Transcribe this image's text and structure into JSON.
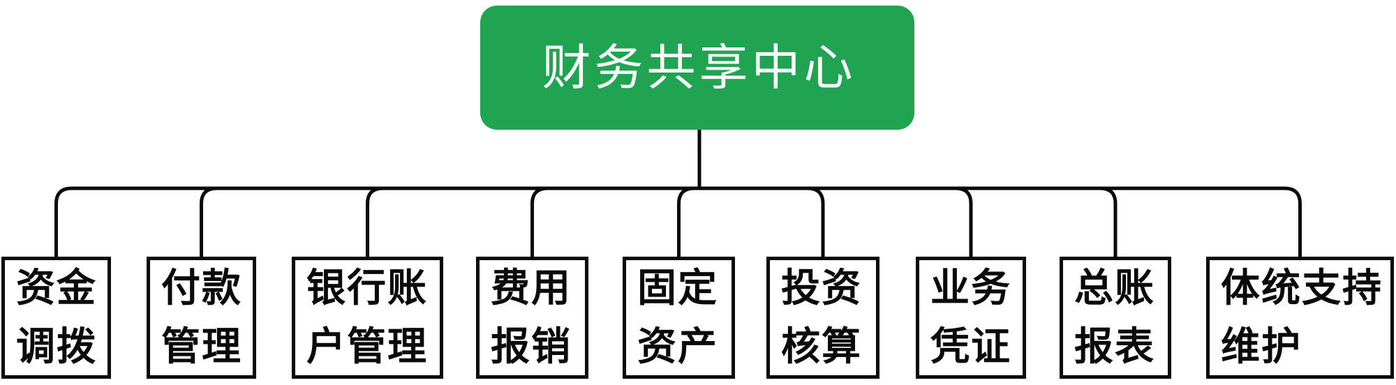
{
  "diagram": {
    "type": "org-chart",
    "root": {
      "label": "财务共享中心"
    },
    "children": [
      {
        "id": "funds-transfer",
        "label": "资金\n调拨"
      },
      {
        "id": "payment-management",
        "label": "付款\n管理"
      },
      {
        "id": "bank-account-management",
        "label": "银行账\n户管理"
      },
      {
        "id": "expense-reimbursement",
        "label": "费用\n报销"
      },
      {
        "id": "fixed-assets",
        "label": "固定\n资产"
      },
      {
        "id": "investment-accounting",
        "label": "投资\n核算"
      },
      {
        "id": "business-vouchers",
        "label": "业务\n凭证"
      },
      {
        "id": "general-ledger-reports",
        "label": "总账\n报表"
      },
      {
        "id": "system-support-maintenance",
        "label": "体统支持\n维护"
      }
    ],
    "colors": {
      "root_background": "#21a452",
      "root_text": "#ffffff",
      "connector_line": "#0a0a0a",
      "child_border": "#0a0a0a",
      "child_background": "#ffffff",
      "child_text": "#0a0a0a",
      "page_background": "#ffffff"
    }
  }
}
